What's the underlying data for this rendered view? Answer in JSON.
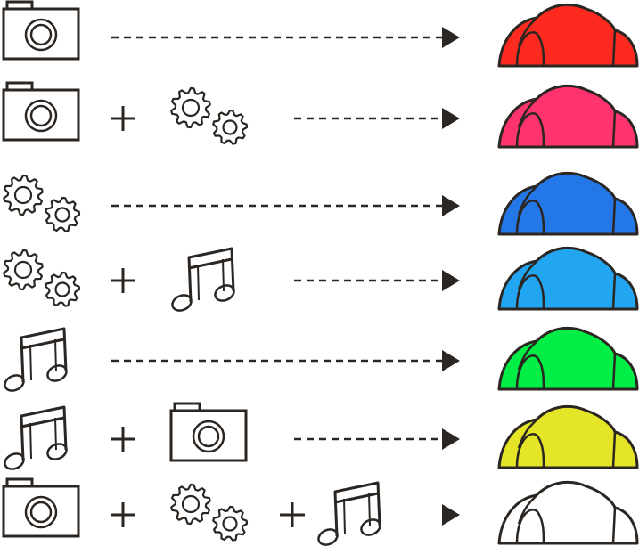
{
  "diagram": {
    "rows": [
      {
        "inputs": [
          "camera-icon"
        ],
        "arrow": "dashed",
        "result_color": "#ff2a1f"
      },
      {
        "inputs": [
          "camera-icon",
          "gears-icon"
        ],
        "arrow": "dashed",
        "result_color": "#ff3370"
      },
      {
        "inputs": [
          "gears-icon"
        ],
        "arrow": "dashed",
        "result_color": "#2477e6"
      },
      {
        "inputs": [
          "gears-icon",
          "music-note-icon"
        ],
        "arrow": "dashed",
        "result_color": "#22a6f2"
      },
      {
        "inputs": [
          "music-note-icon"
        ],
        "arrow": "dashed",
        "result_color": "#00ee45"
      },
      {
        "inputs": [
          "music-note-icon",
          "camera-icon"
        ],
        "arrow": "dashed",
        "result_color": "#e5e527"
      },
      {
        "inputs": [
          "camera-icon",
          "gears-icon",
          "music-note-icon"
        ],
        "arrow": "solid-head-only",
        "result_color": "#ffffff"
      }
    ],
    "plus_symbol": "+",
    "stroke_color": "#2b2622"
  }
}
